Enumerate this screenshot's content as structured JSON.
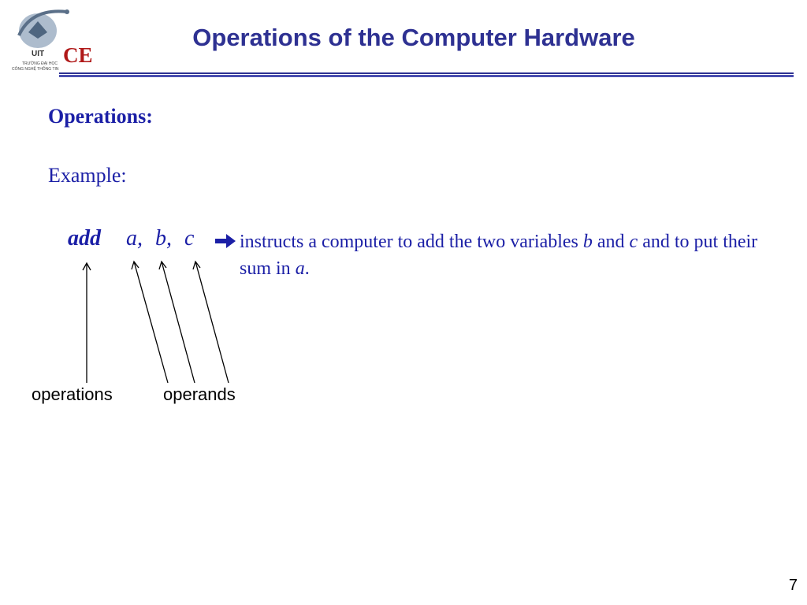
{
  "logo": {
    "uit": "UIT",
    "ce": "CE",
    "line1": "TRƯỜNG ĐẠI HỌC",
    "line2": "CÔNG NGHỆ THÔNG TIN"
  },
  "title": "Operations of the Computer Hardware",
  "heading": "Operations:",
  "example_label": "Example:",
  "instruction": {
    "op": "add",
    "a": "a,",
    "b": "b,",
    "c": "c",
    "arrow_icon": "right-arrow"
  },
  "description": {
    "part1": "instructs a computer to add the two variables ",
    "b": "b",
    "part2": " and ",
    "c": "c",
    "part3": " and to put their sum in ",
    "a": "a",
    "part4": "."
  },
  "labels": {
    "operations": "operations",
    "operands": "operands"
  },
  "page_number": "7",
  "colors": {
    "title": "#2e3192",
    "body": "#1b1fa6",
    "ce": "#b01818"
  }
}
